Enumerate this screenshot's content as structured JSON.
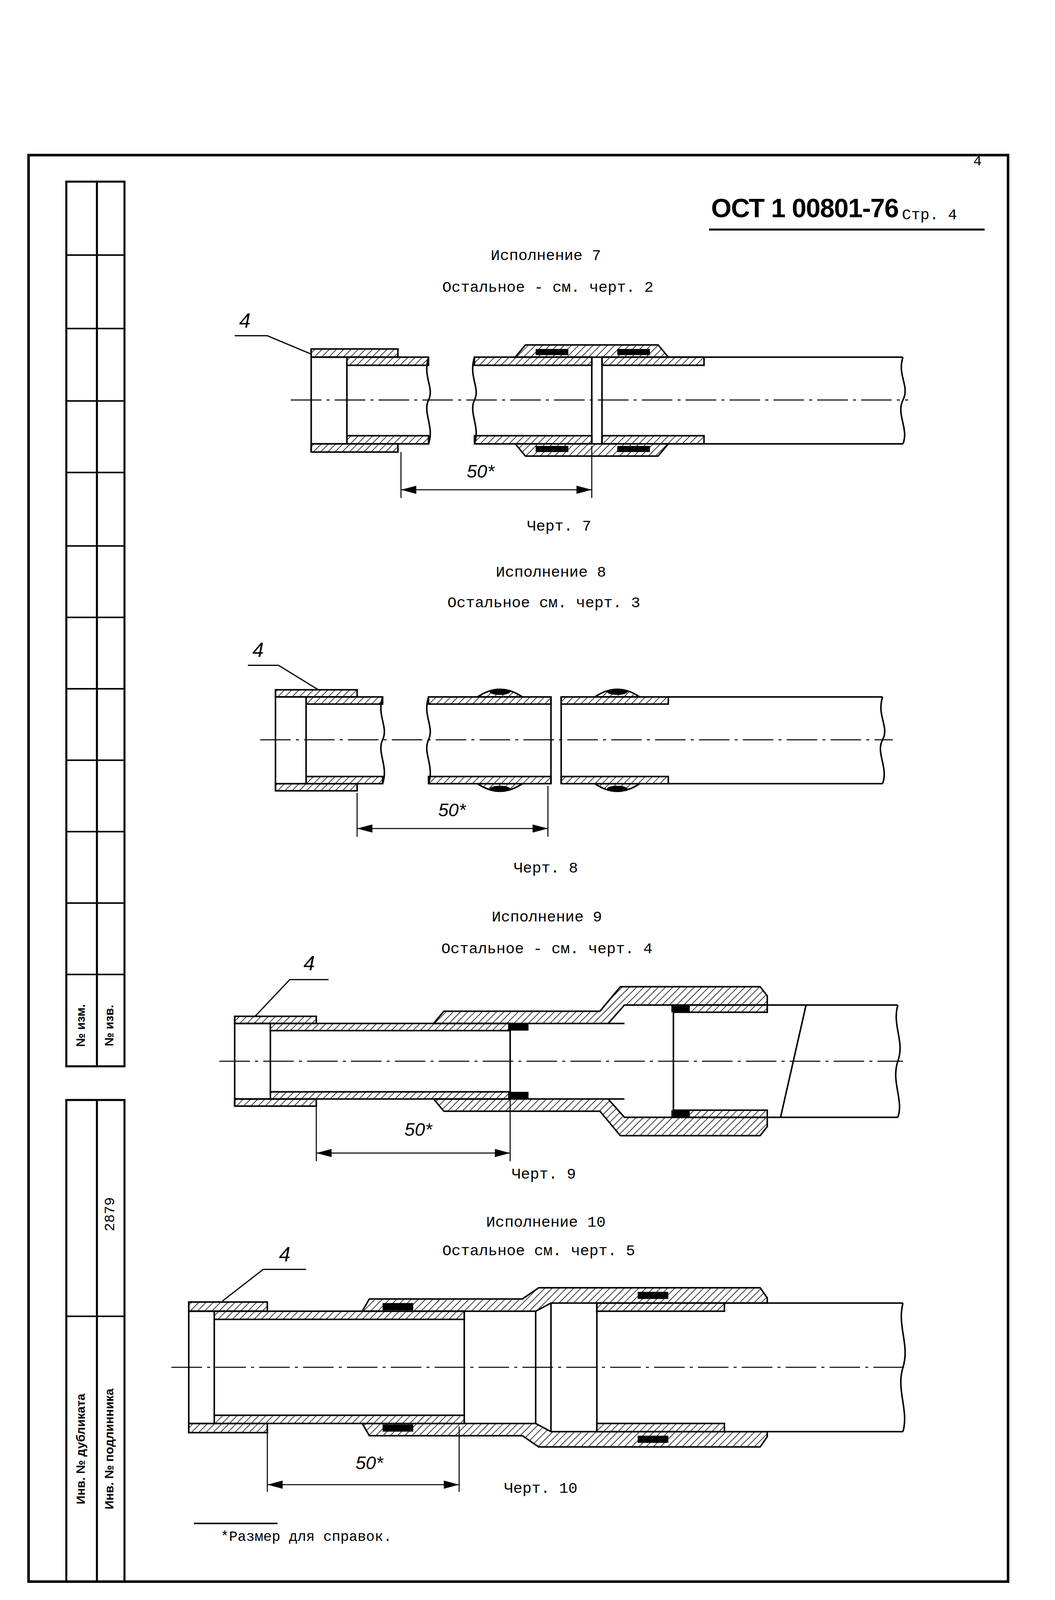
{
  "diagram": {
    "title": "ОСТ 1 00801-76",
    "labels": [
      "4",
      "Стр. 4",
      "Исполнение 7",
      "Остальное - см. черт. 2",
      "4",
      "50*",
      "Черт. 7",
      "Исполнение 8",
      "Остальное см. черт. 3",
      "4",
      "50*",
      "Черт. 8",
      "Исполнение 9",
      "Остальное - см. черт. 4",
      "4",
      "50*",
      "Черт. 9",
      "Исполнение 10",
      "Остальное см. черт. 5",
      "4",
      "50*",
      "Черт. 10",
      "*Размер для справок.",
      "№ изм.",
      "№ изв.",
      "2879",
      "Инв. № дубликата",
      "Инв. № подлинника"
    ]
  }
}
